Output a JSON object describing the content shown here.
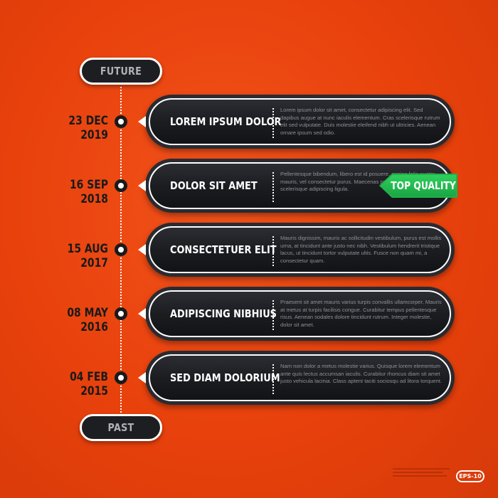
{
  "labels": {
    "future": "FUTURE",
    "past": "PAST"
  },
  "events": [
    {
      "date": "23 DEC 2019",
      "title": "LOREM IPSUM DOLOR",
      "text": "Lorem ipsum dolor sit amet, consectetur adipiscing elit. Sed dapibus augue at nunc iaculis elementum. Cras scelerisque rutrum elit sed vulputate. Duis molestie eleifend nibh ut ultricies. Aenean ornare ipsum sed odio."
    },
    {
      "date": "16 SEP 2018",
      "title": "DOLOR SIT AMET",
      "text": "Pellentesque bibendum, libero est id posuere, sapien felis auctor mauris, vel consectetur purus. Maecenas pulvinar nibh ultricies scelerisque adipiscing ligula."
    },
    {
      "date": "15 AUG 2017",
      "title": "CONSECTETUER ELIT",
      "text": "Mauris dignissim, mauris ac sollicitudin vestibulum, purus est mollis urna, at tincidunt ante justo nec nibh. Vestibulum hendrerit tristique lacus, ut tincidunt tortor vulputate ultis. Fusce non quam mi, a consectetur quam."
    },
    {
      "date": "08 MAY 2016",
      "title": "ADIPISCING NIBHIUS",
      "text": "Praesent sit amet mauris varius turpis convallis ullamcorper. Mauris at metus at turpis facilisis congue. Curabitur tempus pellentesque risus. Aenean sodales dolore tincidunt rutrum. Integer molestie, dolor sit amet."
    },
    {
      "date": "04 FEB 2015",
      "title": "SED DIAM DOLORIUM",
      "text": "Nam non dolor a metus molestie varius. Quisque lorem elementum ante quis lectus accumsan iaculis. Curabitur rhoncus diam sit amet justo vehicula lacinia. Class aptent taciti sociosqu ad litora torquent."
    }
  ],
  "badge": {
    "label": "TOP QUALITY",
    "color": "#1fb24a"
  },
  "eps_label": "EPS-10",
  "colors": {
    "background": "#e8410c",
    "card": "#1d1e22",
    "accent": "#ffffff"
  }
}
